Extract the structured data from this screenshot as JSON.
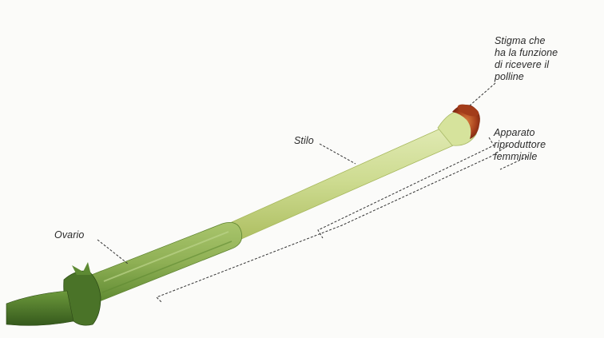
{
  "labels": {
    "stigma": "Stigma che\nha la funzione\ndi ricevere il\npolline",
    "stilo": "Stilo",
    "apparato": "Apparato\nriproduttore\nfemminile",
    "ovario": "Ovario"
  },
  "colors": {
    "background": "#fbfbf9",
    "style_green": "#c9d98a",
    "ovary_green": "#8fb055",
    "stem_green": "#4f7a2c",
    "stigma_red": "#8a2a14",
    "stigma_orange": "#c9642e",
    "leader_line": "#333333"
  }
}
